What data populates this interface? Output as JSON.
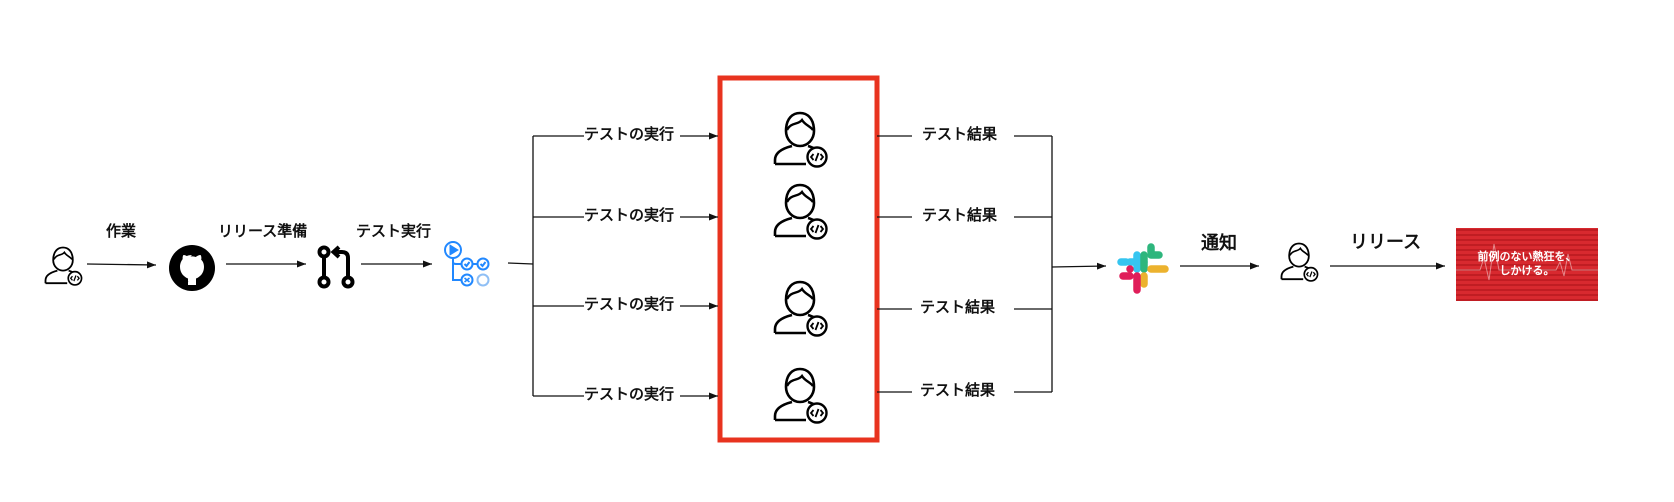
{
  "labels": {
    "work": "作業",
    "release_prep": "リリース準備",
    "test_run": "テスト実行",
    "test_exec": [
      "テストの実行",
      "テストの実行",
      "テストの実行",
      "テストの実行"
    ],
    "test_result": [
      "テスト結果",
      "テスト結果",
      "テスト結果",
      "テスト結果"
    ],
    "notify": "通知",
    "release": "リリース"
  },
  "banner": {
    "line1": "前例のない熱狂を、",
    "line2": "しかける。"
  },
  "icons": {
    "developer": "developer-icon",
    "github": "github-icon",
    "pull_request": "pull-request-icon",
    "actions": "github-actions-icon",
    "slack": "slack-icon"
  },
  "colors": {
    "highlight_box": "#e8331f",
    "actions_blue": "#2188ff",
    "banner_red": "#d62027",
    "slack_blue": "#36C5F0",
    "slack_green": "#2EB67D",
    "slack_yellow": "#ECB22E",
    "slack_red": "#E01E5A"
  }
}
